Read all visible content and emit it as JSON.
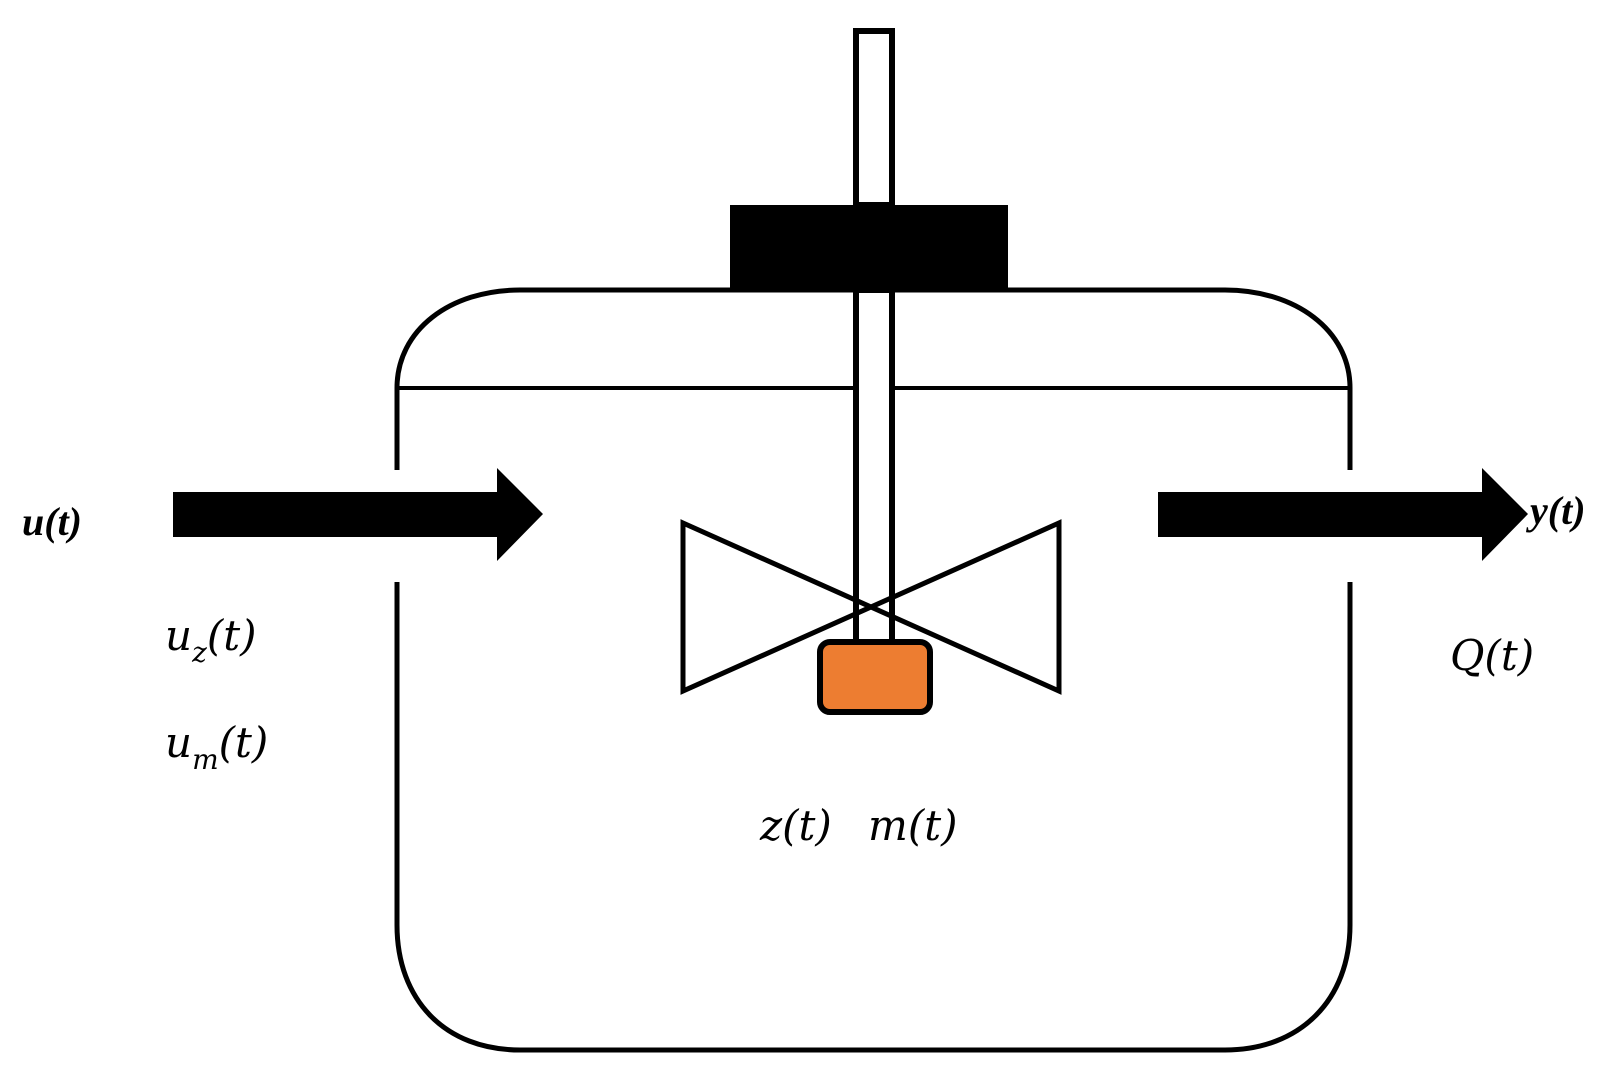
{
  "colors": {
    "stroke": "#000000",
    "fill_dark": "#000000",
    "motor_hub": "#ED7D31",
    "background": "#ffffff"
  },
  "labels": {
    "input_signal": "u(t)",
    "output_signal": "y(t)",
    "input_z": {
      "base": "u",
      "sub": "z",
      "arg": "(t)"
    },
    "input_m": {
      "base": "u",
      "sub": "m",
      "arg": "(t)"
    },
    "output_flow": "Q(t)",
    "state_z": "z(t)",
    "state_m": "m(t)"
  },
  "icons": {
    "inlet": "right-arrow",
    "outlet": "right-arrow",
    "impeller": "bowtie-impeller",
    "hub": "rounded-rectangle",
    "motor": "rectangle-block",
    "shaft": "vertical-bar"
  }
}
